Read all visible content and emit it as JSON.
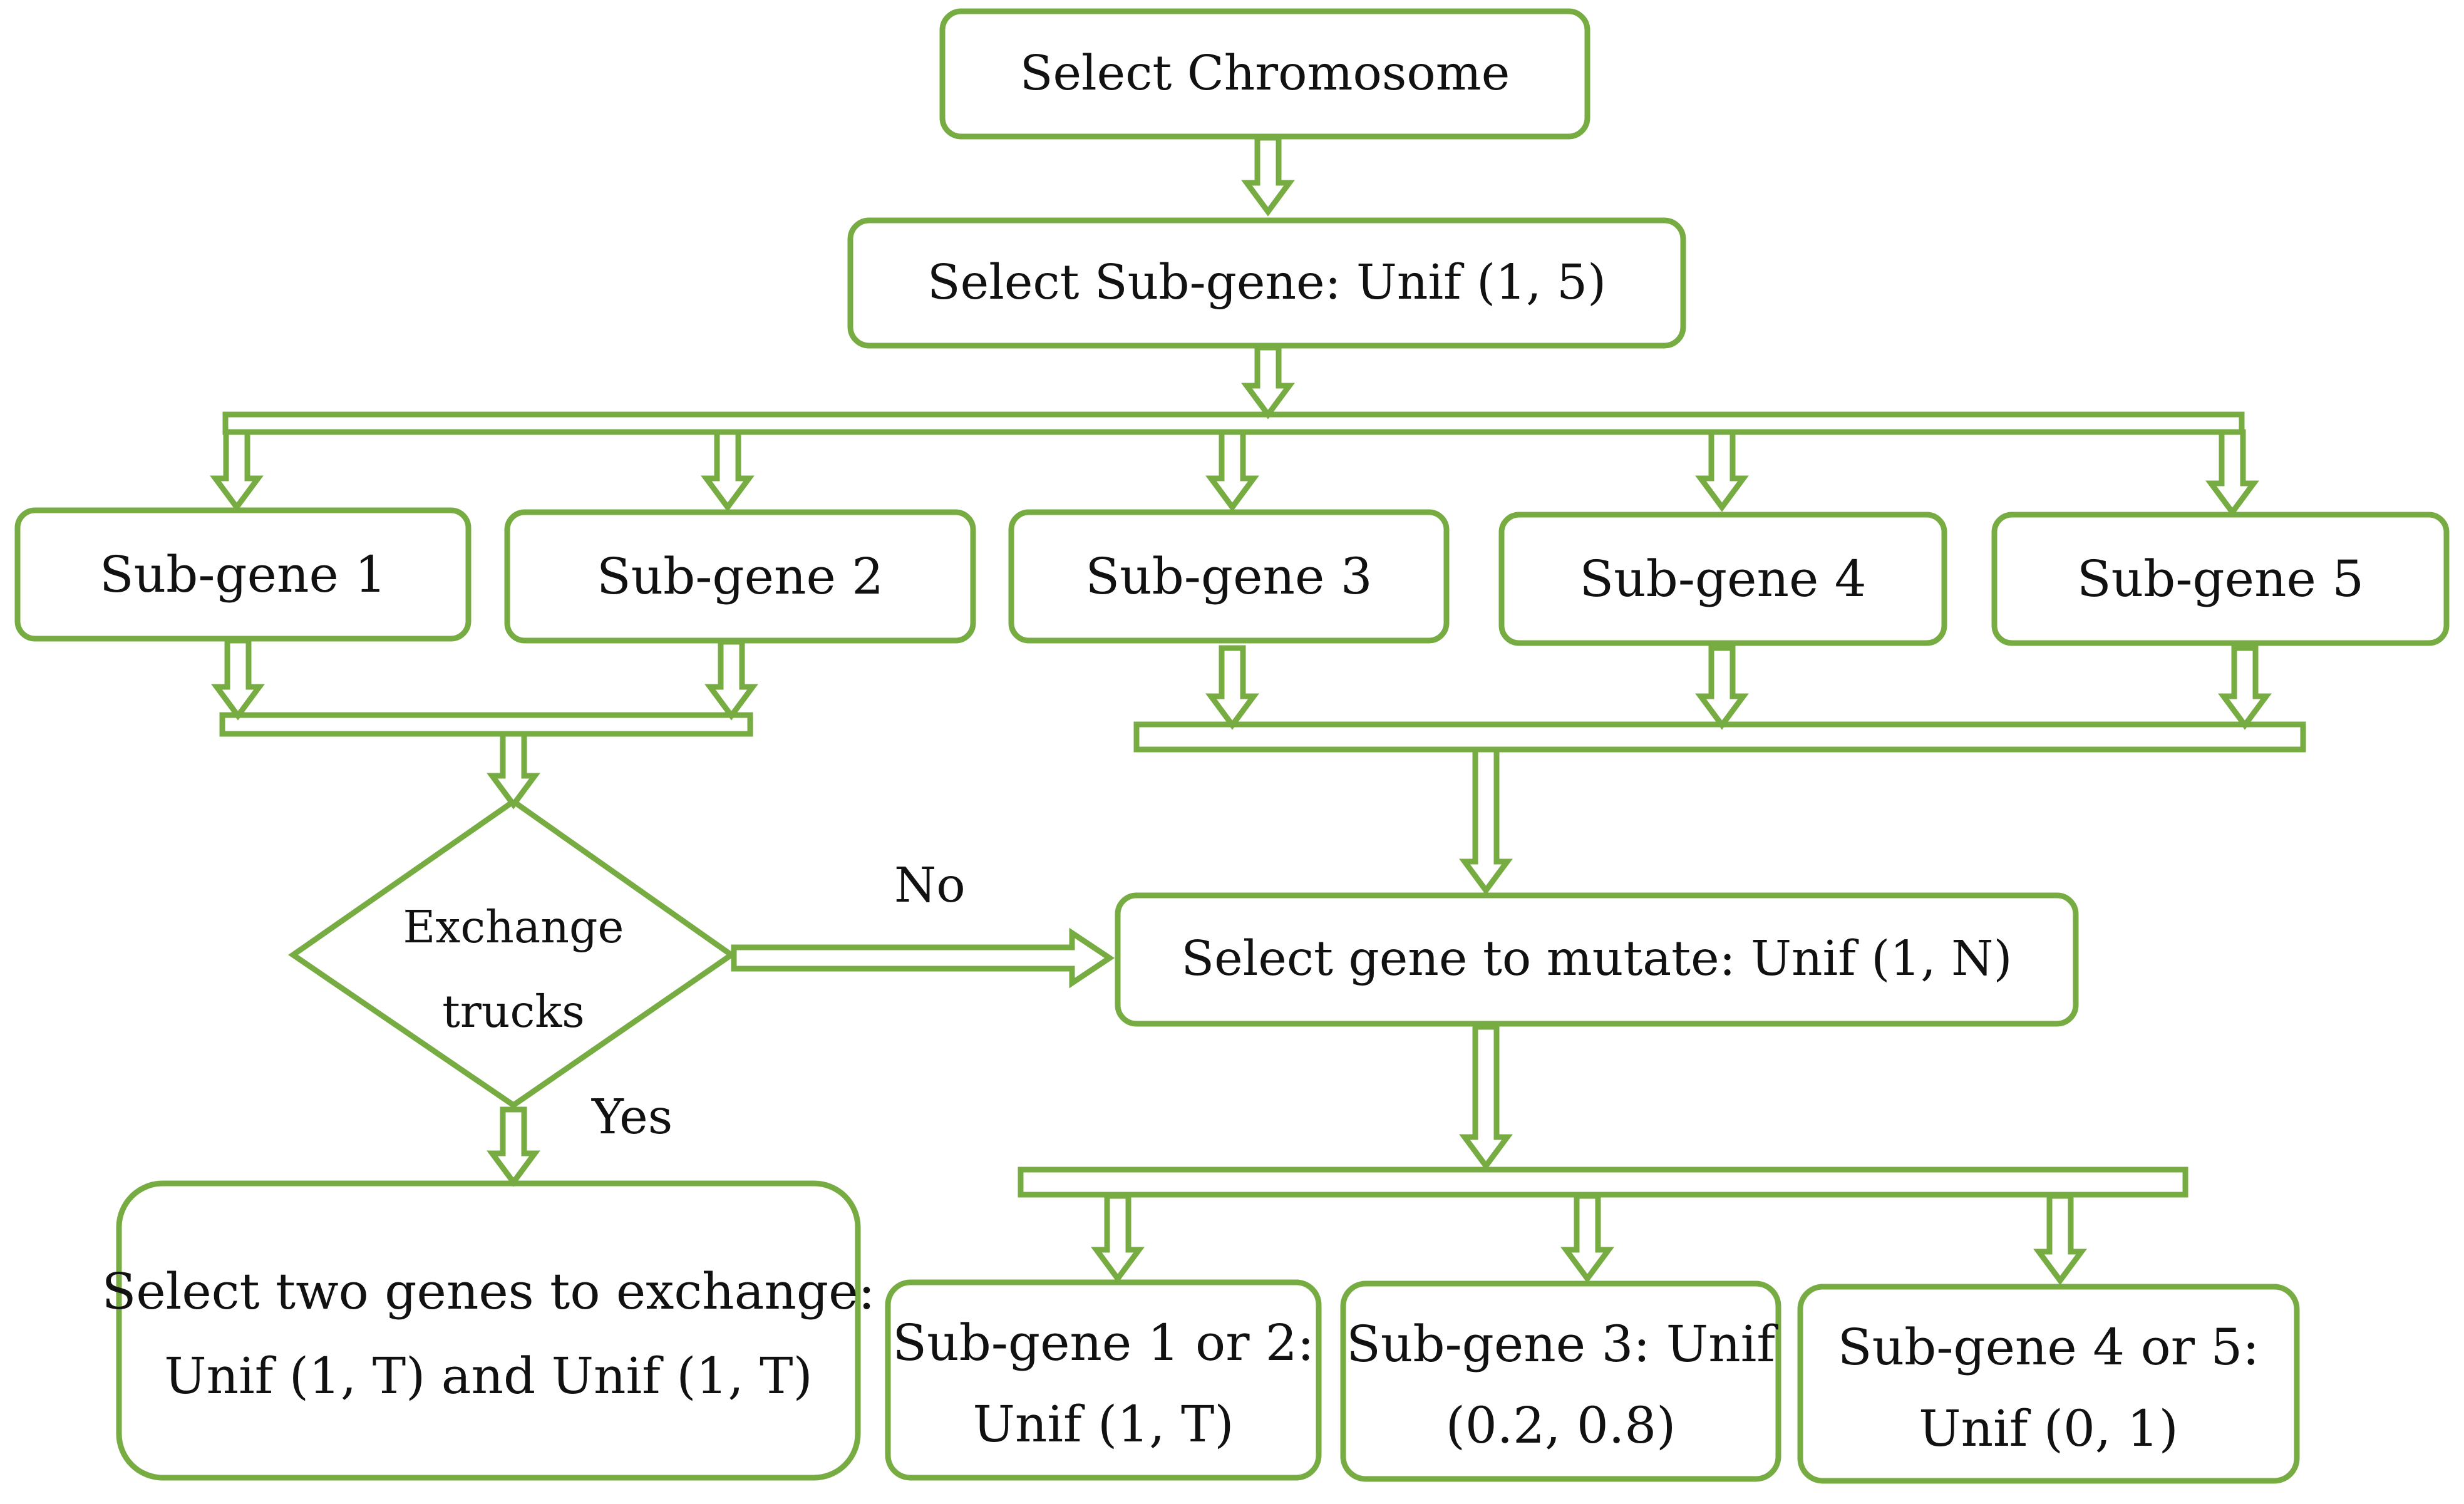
{
  "theme": {
    "accent": "#77ac43",
    "fill": "#ffffff",
    "text": "#111111"
  },
  "nodes": {
    "select_chromosome": "Select Chromosome",
    "select_subgene": "Select Sub-gene: Unif (1, 5)",
    "sg1": "Sub-gene 1",
    "sg2": "Sub-gene 2",
    "sg3": "Sub-gene 3",
    "sg4": "Sub-gene 4",
    "sg5": "Sub-gene 5",
    "exchange_line1": "Exchange",
    "exchange_line2": "trucks",
    "select_gene_mutate": "Select gene to mutate: Unif (1, N)",
    "select_two_line1": "Select two genes to exchange:",
    "select_two_line2": "Unif (1, T) and Unif (1, T)",
    "res12_line1": "Sub-gene 1 or 2:",
    "res12_line2": "Unif (1, T)",
    "res3_line1": "Sub-gene 3: Unif",
    "res3_line2": "(0.2, 0.8)",
    "res45_line1": "Sub-gene 4 or 5:",
    "res45_line2": "Unif (0, 1)"
  },
  "edge_labels": {
    "no": "No",
    "yes": "Yes"
  }
}
